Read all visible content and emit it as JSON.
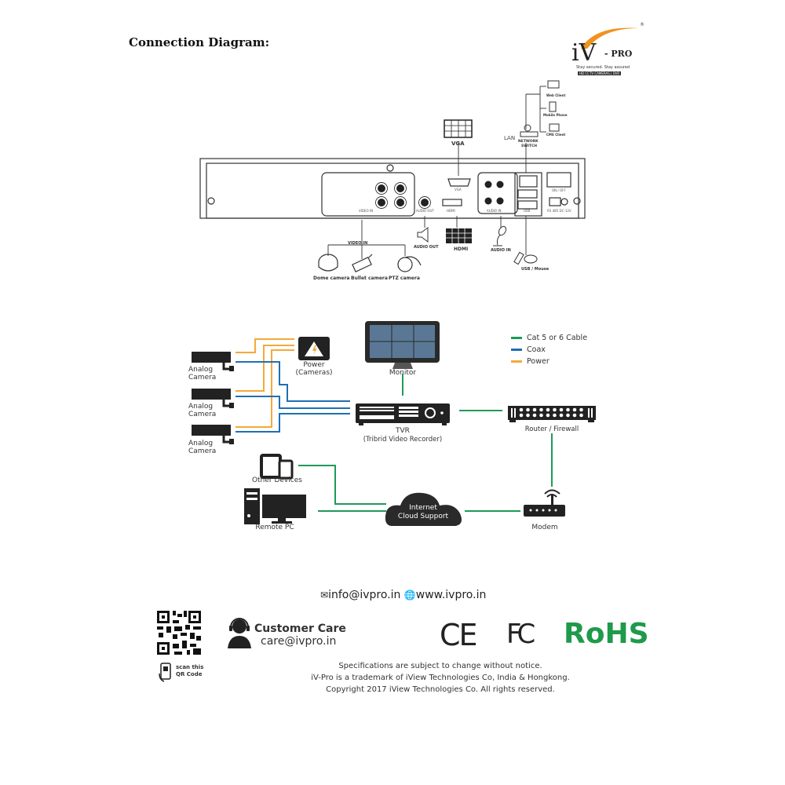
{
  "page_title": "Connection Diagram:",
  "brand": {
    "logo_main": "iV",
    "logo_suffix": "- PRO",
    "tagline": "Stay secured. Stay assured",
    "subtag": "HD CCTV CAMERAS | DVR",
    "registered": "®",
    "accent_color": "#f0931e"
  },
  "rear_panel": {
    "top_devices": {
      "vga_label": "VGA",
      "lan_label": "LAN",
      "switch_label_1": "NETWORK",
      "switch_label_2": "SWITCH",
      "clients": [
        "Web Client",
        "Mobile Phone",
        "CMS Client"
      ]
    },
    "ports": {
      "video_in": "VIDEO IN",
      "audio_out": "AUDIO OUT",
      "hdmi": "HDMI",
      "vga": "VGA",
      "audio_in": "AUDIO IN",
      "usb": "USB",
      "power_switch": "ON / OFF",
      "power_input": "RS 485 DC-12V"
    },
    "bottom_devices": {
      "video_in_label": "VIDEO IN",
      "cameras": [
        "Dome camera",
        "Bullet camera",
        "PTZ camera"
      ],
      "audio_out": "AUDIO OUT",
      "hdmi": "HDMI",
      "audio_in": "AUDIO IN",
      "usb_mouse": "USB / Mouse"
    }
  },
  "network_diagram": {
    "legend": [
      {
        "label": "Cat 5 or 6 Cable",
        "color": "#1e9a5a"
      },
      {
        "label": "Coax",
        "color": "#1f6fb2"
      },
      {
        "label": "Power",
        "color": "#f4a93b"
      }
    ],
    "cameras": [
      {
        "line1": "Analog",
        "line2": "Camera"
      },
      {
        "line1": "Analog",
        "line2": "Camera"
      },
      {
        "line1": "Analog",
        "line2": "Camera"
      }
    ],
    "power": {
      "line1": "Power",
      "line2": "(Cameras)"
    },
    "monitor": "Monitor",
    "tvr": {
      "line1": "TVR",
      "line2": "(Tribrid Video Recorder)"
    },
    "router": "Router / Firewall",
    "other_devices": "Other Devices",
    "remote_pc": "Remote PC",
    "cloud": {
      "line1": "Internet",
      "line2": "Cloud Support"
    },
    "modem": "Modem"
  },
  "footer": {
    "email": "info@ivpro.in",
    "website": "www.ivpro.in",
    "customer_care_title": "Customer Care",
    "customer_care_email": "care@ivpro.in",
    "qr_caption_1": "scan this",
    "qr_caption_2": "QR Code",
    "certifications": {
      "ce": "CE",
      "fcc": "FC",
      "rohs": "RoHS"
    },
    "disclaimer": [
      "Specifications are subject to change without notice.",
      "iV-Pro is a trademark of iView Technologies Co, India & Hongkong.",
      "Copyright 2017 iView Technologies Co. All rights reserved."
    ],
    "rohs_color": "#1e9a4a"
  }
}
